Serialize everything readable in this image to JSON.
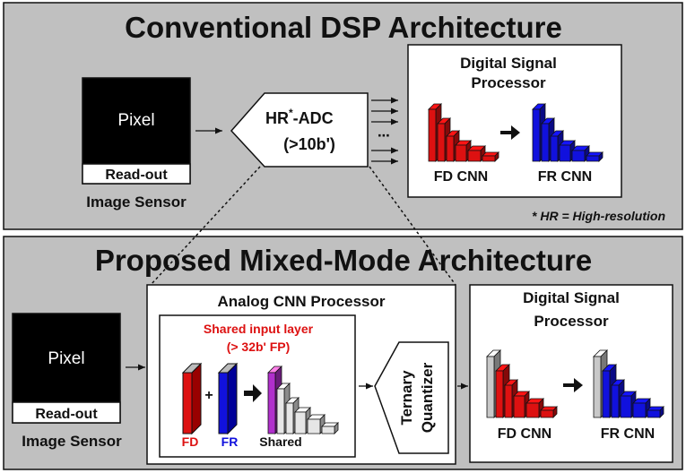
{
  "top": {
    "title": "Conventional DSP Architecture",
    "pixel": "Pixel",
    "readout": "Read-out",
    "sensor": "Image Sensor",
    "adc_prefix": "HR",
    "adc_star": "*",
    "adc_suffix": "-ADC",
    "adc_bits": "(>10b')",
    "dsp_title_l1": "Digital Signal",
    "dsp_title_l2": "Processor",
    "fd_label": "FD CNN",
    "fr_label": "FR CNN",
    "ellipsis": "⋯",
    "footnote": "* HR = High-resolution"
  },
  "bottom": {
    "title": "Proposed Mixed-Mode Architecture",
    "pixel": "Pixel",
    "readout": "Read-out",
    "sensor": "Image Sensor",
    "analog_title": "Analog CNN Processor",
    "shared_l1": "Shared input layer",
    "shared_l2": "(> 32b' FP)",
    "fd": "FD",
    "plus": "+",
    "fr": "FR",
    "shared": "Shared",
    "quant_l1": "Ternary",
    "quant_l2": "Quantizer",
    "dsp_title_l1": "Digital Signal",
    "dsp_title_l2": "Processor",
    "fd_label": "FD CNN",
    "fr_label": "FR CNN"
  },
  "colors": {
    "panel": "#c0c0c0",
    "red": "#dd1111",
    "blue": "#1111dd",
    "shared_gradient_top": "#ff33aa",
    "shared_gradient_bottom": "#3311dd",
    "caption_red": "#dd1111"
  }
}
